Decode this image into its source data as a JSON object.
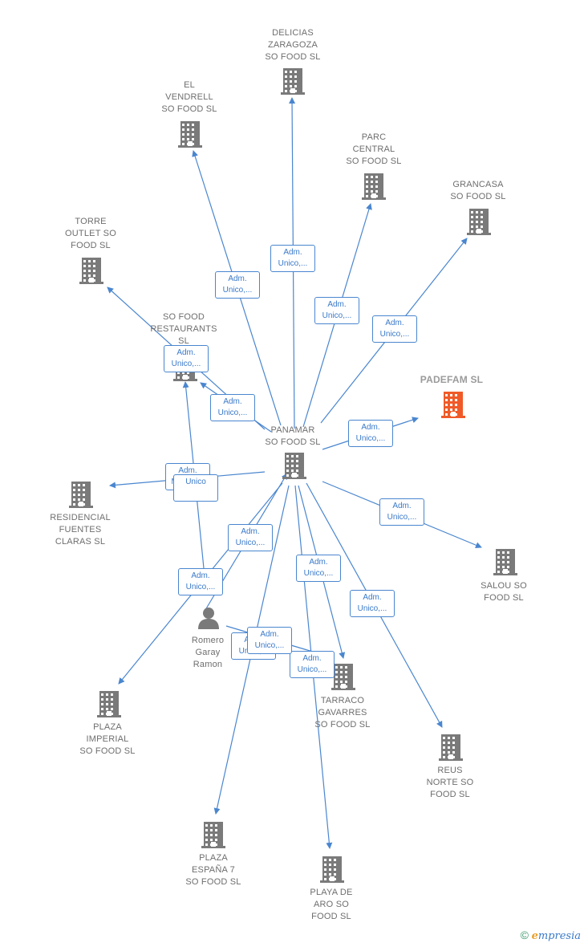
{
  "colors": {
    "edge": "#4a86cf",
    "node": "#7a7a7a",
    "highlight": "#f05a28"
  },
  "center": "panamar",
  "nodes": [
    {
      "id": "panamar",
      "label": "PANAMAR\nSO FOOD  SL",
      "icon": "building-icon"
    },
    {
      "id": "delicias",
      "label": "DELICIAS\nZARAGOZA\nSO FOOD  SL",
      "icon": "building-icon"
    },
    {
      "id": "vendrell",
      "label": "EL\nVENDRELL\nSO FOOD  SL",
      "icon": "building-icon"
    },
    {
      "id": "parc",
      "label": "PARC\nCENTRAL\nSO FOOD  SL",
      "icon": "building-icon"
    },
    {
      "id": "grancasa",
      "label": "GRANCASA\nSO FOOD  SL",
      "icon": "building-icon"
    },
    {
      "id": "torre",
      "label": "TORRE\nOUTLET SO\nFOOD  SL",
      "icon": "building-icon"
    },
    {
      "id": "restaurants",
      "label": "SO FOOD\nRESTAURANTS\nSL",
      "icon": "building-icon"
    },
    {
      "id": "padefam",
      "label": "PADEFAM  SL",
      "icon": "building-icon",
      "highlight": true
    },
    {
      "id": "residencial",
      "label": "RESIDENCIAL\nFUENTES\nCLARAS  SL",
      "icon": "building-icon"
    },
    {
      "id": "salou",
      "label": "SALOU SO\nFOOD  SL",
      "icon": "building-icon"
    },
    {
      "id": "romero",
      "label": "Romero\nGaray\nRamon",
      "icon": "person-icon"
    },
    {
      "id": "tarraco",
      "label": "TARRACO\nGAVARRES\nSO FOOD  SL",
      "icon": "building-icon"
    },
    {
      "id": "plaza_imperial",
      "label": "PLAZA\nIMPERIAL\nSO FOOD  SL",
      "icon": "building-icon"
    },
    {
      "id": "reus",
      "label": "REUS\nNORTE SO\nFOOD  SL",
      "icon": "building-icon"
    },
    {
      "id": "plaza_espana",
      "label": "PLAZA\nESPAÑA 7\nSO FOOD  SL",
      "icon": "building-icon"
    },
    {
      "id": "playa",
      "label": "PLAYA DE\nARO SO\nFOOD  SL",
      "icon": "building-icon"
    }
  ],
  "edges": [
    {
      "from": "panamar",
      "to": "delicias",
      "label": "Adm.\nUnico,..."
    },
    {
      "from": "panamar",
      "to": "vendrell",
      "label": "Adm.\nUnico,..."
    },
    {
      "from": "panamar",
      "to": "parc",
      "label": "Adm.\nUnico,..."
    },
    {
      "from": "panamar",
      "to": "grancasa",
      "label": "Adm.\nUnico,..."
    },
    {
      "from": "panamar",
      "to": "torre",
      "label": "Adm.\nUnico,..."
    },
    {
      "from": "panamar",
      "to": "restaurants",
      "label": "Adm.\nUnico,..."
    },
    {
      "from": "panamar",
      "to": "padefam",
      "label": "Adm.\nUnico,..."
    },
    {
      "from": "panamar",
      "to": "residencial",
      "label": "Adm.\nMancom."
    },
    {
      "from": "panamar",
      "to": "salou",
      "label": "Adm.\nUnico,..."
    },
    {
      "from": "panamar",
      "to": "tarraco",
      "label": "Adm.\nUnico,..."
    },
    {
      "from": "panamar",
      "to": "plaza_imperial",
      "label": "Adm.\nUnico,..."
    },
    {
      "from": "panamar",
      "to": "reus",
      "label": "Adm.\nUnico,..."
    },
    {
      "from": "panamar",
      "to": "plaza_espana",
      "label": "Adm.\nUnico,..."
    },
    {
      "from": "panamar",
      "to": "playa",
      "label": "Adm.\nUnico,..."
    },
    {
      "from": "romero",
      "to": "panamar",
      "label": "Adm.\nUnico,..."
    },
    {
      "from": "romero",
      "to": "restaurants",
      "label": "Unico"
    },
    {
      "from": "romero",
      "to": "tarraco",
      "label": "Adm.\nUnico,..."
    }
  ],
  "footer": {
    "copyright": "©",
    "brand_e": "e",
    "brand_rest": "mpresia"
  }
}
